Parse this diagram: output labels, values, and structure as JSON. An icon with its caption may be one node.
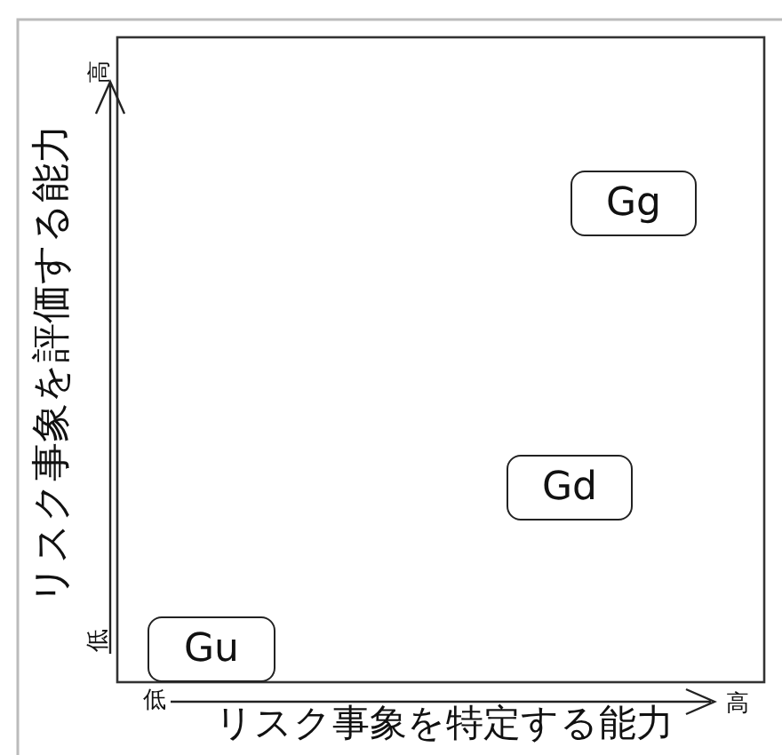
{
  "diagram": {
    "nodes": [
      {
        "text": [
          "Gg"
        ]
      },
      {
        "text": [
          "Gd"
        ]
      },
      {
        "text": [
          "Gu"
        ]
      }
    ],
    "labels": [
      "高",
      "リスク事象を評価する能力",
      "低",
      "低",
      "リスク事象を特定する能力",
      "高"
    ]
  }
}
